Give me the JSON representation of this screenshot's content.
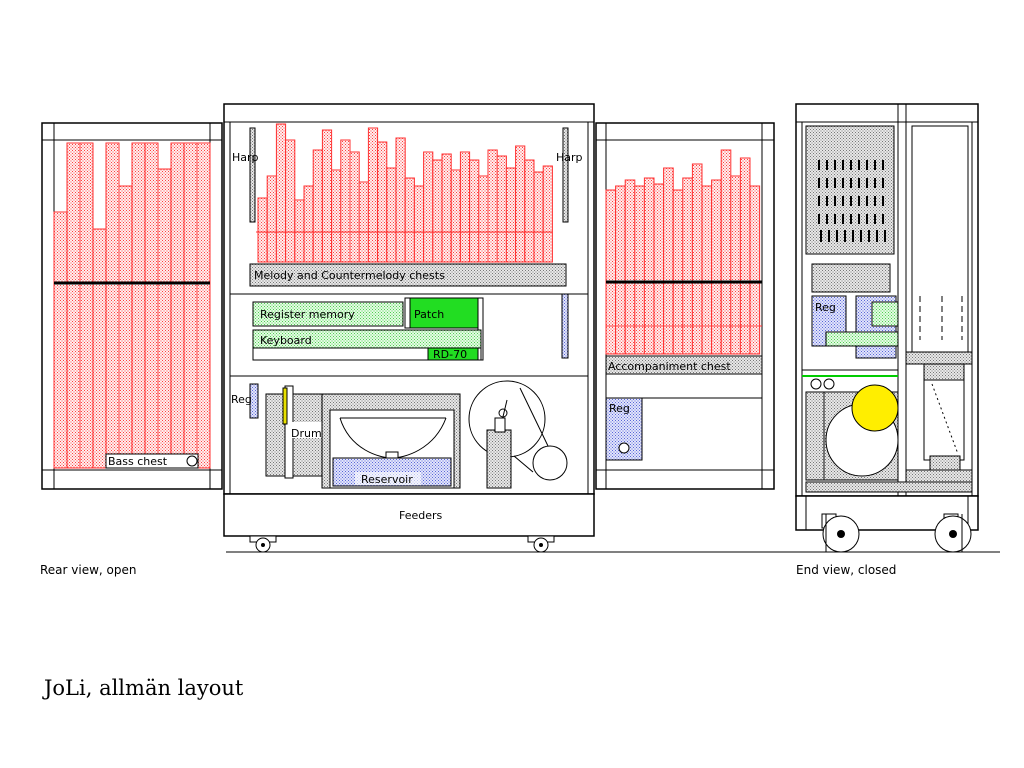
{
  "labels": {
    "harp_left": "Harp",
    "harp_right": "Harp",
    "melody_chests": "Melody and Countermelody chests",
    "register_memory": "Register memory",
    "patch": "Patch",
    "keyboard": "Keyboard",
    "rd70": "RD-70",
    "accompaniment_chest": "Accompaniment chest",
    "bass_chest": "Bass chest",
    "reg_left": "Reg",
    "reg_right": "Reg",
    "reg_end": "Reg",
    "drum": "Drum",
    "reservoir": "Reservoir",
    "feeders": "Feeders"
  },
  "captions": {
    "rear_view": "Rear view, open",
    "end_view": "End view, closed"
  },
  "title": "JoLi, allmän layout",
  "colors": {
    "pipe_red": "#ff3030",
    "pipe_fill": "#ffd8d8",
    "green": "#22dd22",
    "light_green": "#c8f0c8",
    "blue": "#6c78e0",
    "light_blue": "#c8ccf4",
    "yellow": "#ffee00"
  }
}
